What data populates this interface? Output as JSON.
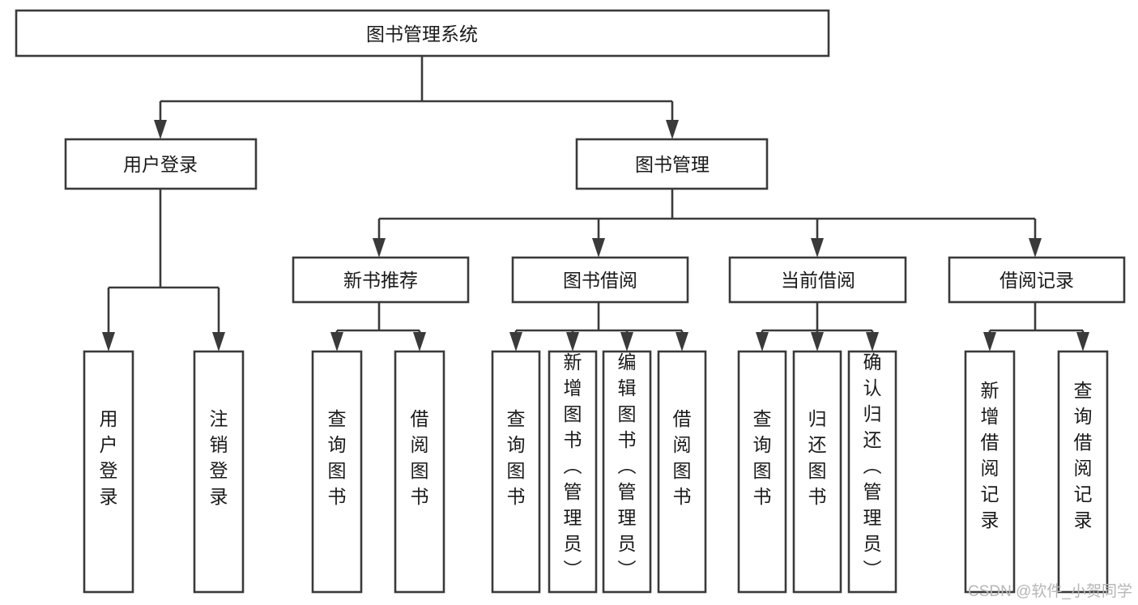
{
  "diagram": {
    "title": "图书管理系统",
    "type": "tree-hierarchy",
    "root": {
      "id": "root",
      "label": "图书管理系统"
    },
    "level2": [
      {
        "id": "user-login",
        "label": "用户登录"
      },
      {
        "id": "book-manage",
        "label": "图书管理"
      }
    ],
    "level3": [
      {
        "id": "new-book-recommend",
        "label": "新书推荐",
        "parent": "book-manage"
      },
      {
        "id": "book-borrow",
        "label": "图书借阅",
        "parent": "book-manage"
      },
      {
        "id": "current-borrow",
        "label": "当前借阅",
        "parent": "book-manage"
      },
      {
        "id": "borrow-record",
        "label": "借阅记录",
        "parent": "book-manage"
      }
    ],
    "leaves": {
      "user-login": [
        {
          "id": "leaf-user-login",
          "label": "用户登录"
        },
        {
          "id": "leaf-logout-login",
          "label": "注销登录"
        }
      ],
      "new-book-recommend": [
        {
          "id": "leaf-query-book-1",
          "label": "查询图书"
        },
        {
          "id": "leaf-borrow-book-1",
          "label": "借阅图书"
        }
      ],
      "book-borrow": [
        {
          "id": "leaf-query-book-2",
          "label": "查询图书"
        },
        {
          "id": "leaf-add-book",
          "label": "新增图书（管理员）"
        },
        {
          "id": "leaf-edit-book",
          "label": "编辑图书（管理员）"
        },
        {
          "id": "leaf-borrow-book-2",
          "label": "借阅图书"
        }
      ],
      "current-borrow": [
        {
          "id": "leaf-query-book-3",
          "label": "查询图书"
        },
        {
          "id": "leaf-return-book",
          "label": "归还图书"
        },
        {
          "id": "leaf-confirm-return",
          "label": "确认归还（管理员）"
        }
      ],
      "borrow-record": [
        {
          "id": "leaf-add-record",
          "label": "新增借阅记录"
        },
        {
          "id": "leaf-query-record",
          "label": "查询借阅记录"
        }
      ]
    }
  },
  "watermark": {
    "text": "CSDN @软件_小贺同学"
  },
  "colors": {
    "background": "#ffffff",
    "box_fill": "#ffffff",
    "box_stroke": "#3a3a3a",
    "connector": "#3a3a3a",
    "text": "#1a1a1a",
    "watermark": "#b6b6b6"
  }
}
